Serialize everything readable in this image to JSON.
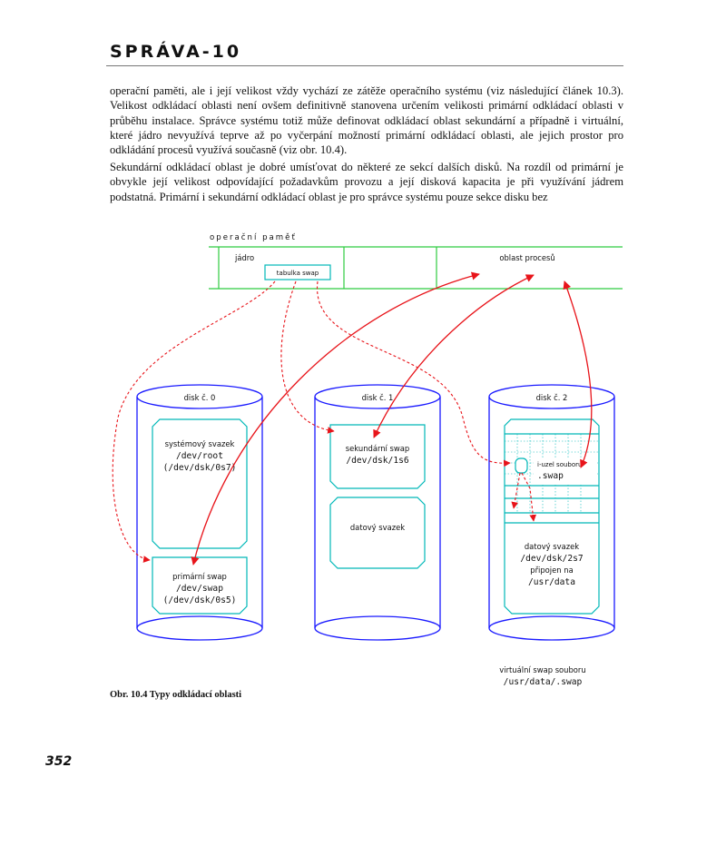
{
  "header": {
    "title": "SPRÁVA-10"
  },
  "body": {
    "paragraph1": "operační paměti, ale i její velikost vždy vychází ze zátěže operačního systému (viz následující článek 10.3). Velikost odkládací oblasti není ovšem definitivně stanovena určením velikosti primární odkládací oblasti v průběhu instalace. Správce systému totiž může definovat odkládací oblast sekundární a případně i virtuální, které jádro nevyužívá teprve až po vyčerpání možností primární odkládací oblasti, ale jejich prostor pro odkládání procesů využívá současně (viz obr. 10.4).",
    "paragraph2": "Sekundární odkládací oblast je dobré umísťovat do některé ze sekcí dalších disků. Na rozdíl od primární je obvykle její velikost odpovídající požadavkům provozu a její disková kapacita je při využívání jádrem podstatná. Primární i sekundární odkládací oblast je pro správce systému pouze sekce disku bez"
  },
  "diagram": {
    "colors": {
      "memory": "#2ecc40",
      "disk": "#1a1aff",
      "partition": "#00b8b8",
      "arrow": "#e8141a"
    },
    "memory": {
      "title": "operační paměť",
      "kernel_label": "jádro",
      "swap_table_label": "tabulka swap",
      "process_area_label": "oblast procesů"
    },
    "disk0": {
      "label": "disk č. 0",
      "fs_label": "systémový svazek",
      "fs_path": "/dev/root",
      "fs_device": "(/dev/dsk/0s7)",
      "swap_label": "primární swap",
      "swap_path": "/dev/swap",
      "swap_device": "(/dev/dsk/0s5)"
    },
    "disk1": {
      "label": "disk č. 1",
      "swap_label": "sekundární swap",
      "swap_path": "/dev/dsk/1s6",
      "data_label": "datový svazek"
    },
    "disk2": {
      "label": "disk č. 2",
      "inode_label": "i-uzel souboru",
      "inode_file": ".swap",
      "data_label": "datový svazek",
      "data_path": "/dev/dsk/2s7",
      "mounted_label": "připojen na",
      "mount_point": "/usr/data"
    },
    "virtual_swap": {
      "label": "virtuální swap souboru",
      "path": "/usr/data/.swap"
    }
  },
  "caption": "Obr. 10.4 Typy odkládací oblasti",
  "page_number": "352"
}
